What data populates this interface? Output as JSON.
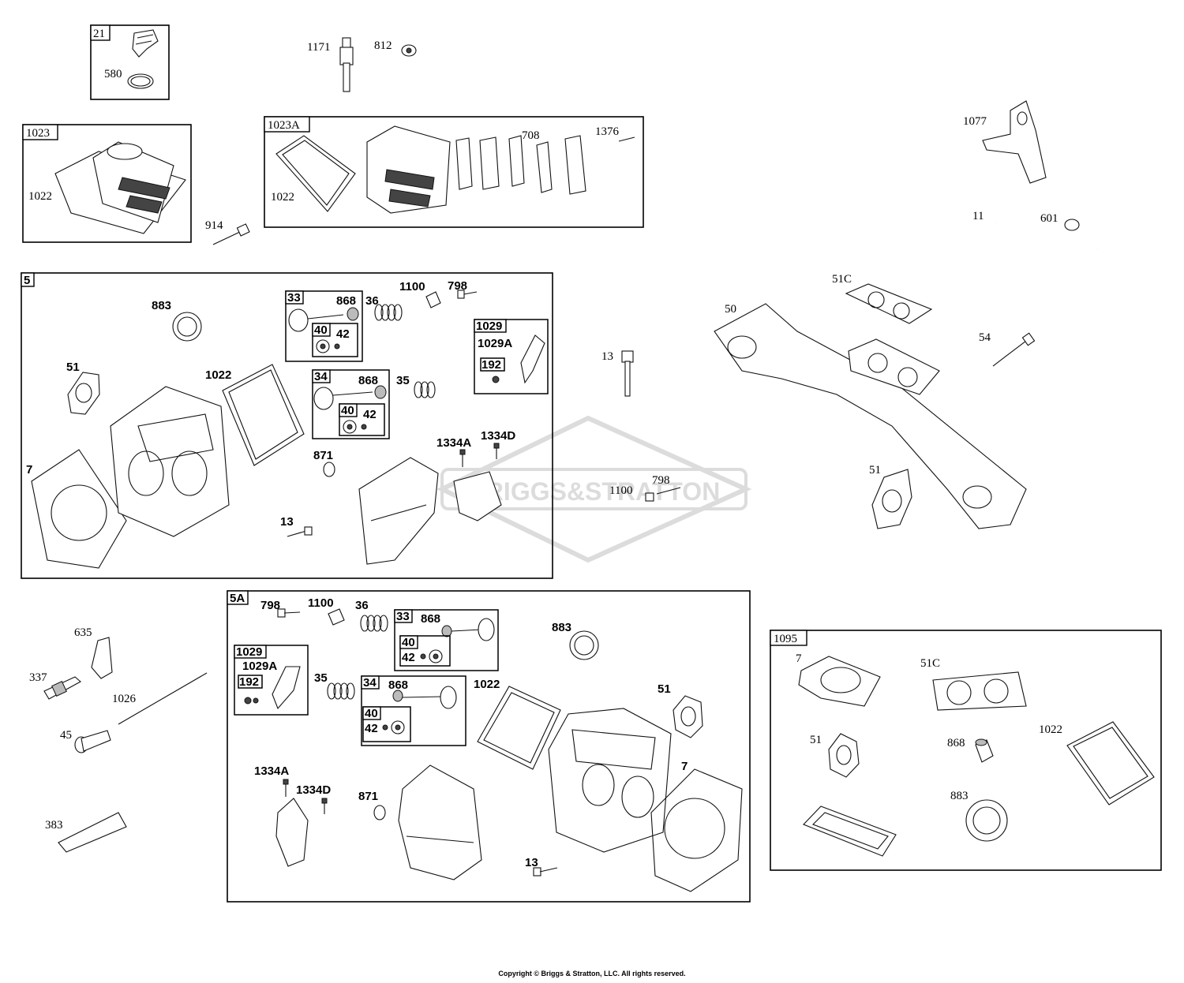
{
  "copyright": "Copyright © Briggs & Stratton, LLC. All rights reserved.",
  "watermark": "BRIGGS&STRATTON",
  "kits": {
    "k21": "21",
    "k1023": "1023",
    "k1023a": "1023A",
    "k5": "5",
    "k5a": "5A",
    "k1095": "1095",
    "k33": "33",
    "k40": "40",
    "k34": "34",
    "k1029": "1029",
    "k192": "192"
  },
  "parts": {
    "p580": "580",
    "p1171": "1171",
    "p812": "812",
    "p1022": "1022",
    "p914": "914",
    "p708": "708",
    "p1376": "1376",
    "p1077": "1077",
    "p11": "11",
    "p601": "601",
    "p51c": "51C",
    "p50": "50",
    "p54": "54",
    "p13": "13",
    "p51": "51",
    "p1100": "1100",
    "p798": "798",
    "p883": "883",
    "p868": "868",
    "p36": "36",
    "p42": "42",
    "p1029a": "1029A",
    "p35": "35",
    "p7": "7",
    "p871": "871",
    "p1334a": "1334A",
    "p1334d": "1334D",
    "p635": "635",
    "p337": "337",
    "p1026": "1026",
    "p45": "45",
    "p383": "383"
  }
}
